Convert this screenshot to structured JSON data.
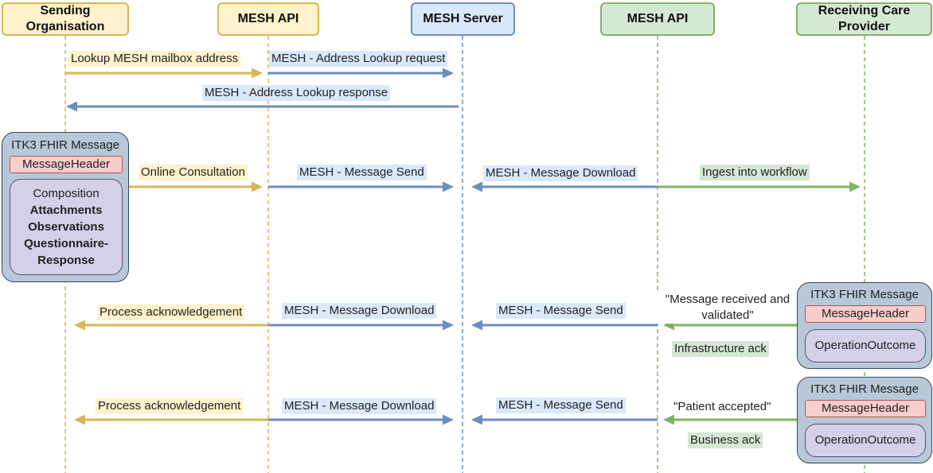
{
  "participants": [
    {
      "id": "sending",
      "label": "Sending\nOrganisation",
      "color": "#d6b656",
      "fill": "#fff2cc"
    },
    {
      "id": "mesh_api_1",
      "label": "MESH API",
      "color": "#d6b656",
      "fill": "#fff2cc"
    },
    {
      "id": "mesh_server",
      "label": "MESH Server",
      "color": "#6c8ebf",
      "fill": "#dae8fc"
    },
    {
      "id": "mesh_api_2",
      "label": "MESH API",
      "color": "#82b366",
      "fill": "#d5e8d4"
    },
    {
      "id": "receiving",
      "label": "Receiving Care\nProvider",
      "color": "#82b366",
      "fill": "#d5e8d4"
    }
  ],
  "labels": {
    "lookup_address": "Lookup MESH mailbox address",
    "lookup_request": "MESH - Address Lookup request",
    "lookup_response": "MESH - Address Lookup response",
    "online_consultation": "Online Consultation",
    "send_1": "MESH - Message Send",
    "download_1": "MESH - Message Download",
    "ingest": "Ingest into workflow",
    "process_ack_1": "Process acknowledgement",
    "download_2": "MESH - Message Download",
    "send_2": "MESH - Message Send",
    "received_validated": "\"Message received and\nvalidated\"",
    "infrastructure_ack": "Infrastructure ack",
    "process_ack_2": "Process acknowledgement",
    "download_3": "MESH - Message Download",
    "send_3": "MESH - Message Send",
    "patient_accepted": "\"Patient accepted\"",
    "business_ack": "Business ack"
  },
  "message_boxes": {
    "outgoing": {
      "title": "ITK3 FHIR Message",
      "header": "MessageHeader",
      "body_plain": "Composition",
      "body_bold": [
        "Attachments",
        "Observations",
        "Questionnaire-",
        "Response"
      ]
    },
    "infra_ack": {
      "title": "ITK3 FHIR Message",
      "header": "MessageHeader",
      "body": "OperationOutcome"
    },
    "business_ack": {
      "title": "ITK3 FHIR Message",
      "header": "MessageHeader",
      "body": "OperationOutcome"
    }
  },
  "colors": {
    "yellow_arrow": "#d6b656",
    "blue_arrow": "#6c8ebf",
    "green_arrow": "#82b366"
  }
}
